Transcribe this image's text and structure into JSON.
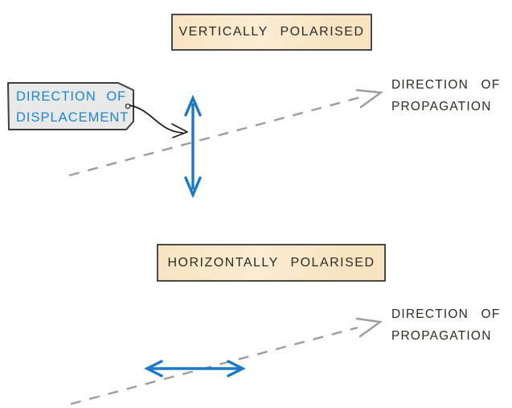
{
  "colors": {
    "background": "#ffffff",
    "accent_blue": "#1b78c9",
    "tag_text_blue": "#1e86d2",
    "title_box_fill": "#f9e4c1",
    "title_box_border": "#4a4a48",
    "tag_fill": "#e9e9e9",
    "tag_border": "#3d3d3b",
    "dashed_gray": "#9d9d9d",
    "label_text": "#2b2b28",
    "leader_black": "#1a1a1a"
  },
  "top_section": {
    "title": "VERTICALLY POLARISED",
    "propagation_line1": "DIRECTION OF",
    "propagation_line2": "PROPAGATION"
  },
  "bottom_section": {
    "title": "HORIZONTALLY POLARISED",
    "propagation_line1": "DIRECTION OF",
    "propagation_line2": "PROPAGATION"
  },
  "tag_label": {
    "line1": "DIRECTION OF",
    "line2": "DISPLACEMENT"
  }
}
